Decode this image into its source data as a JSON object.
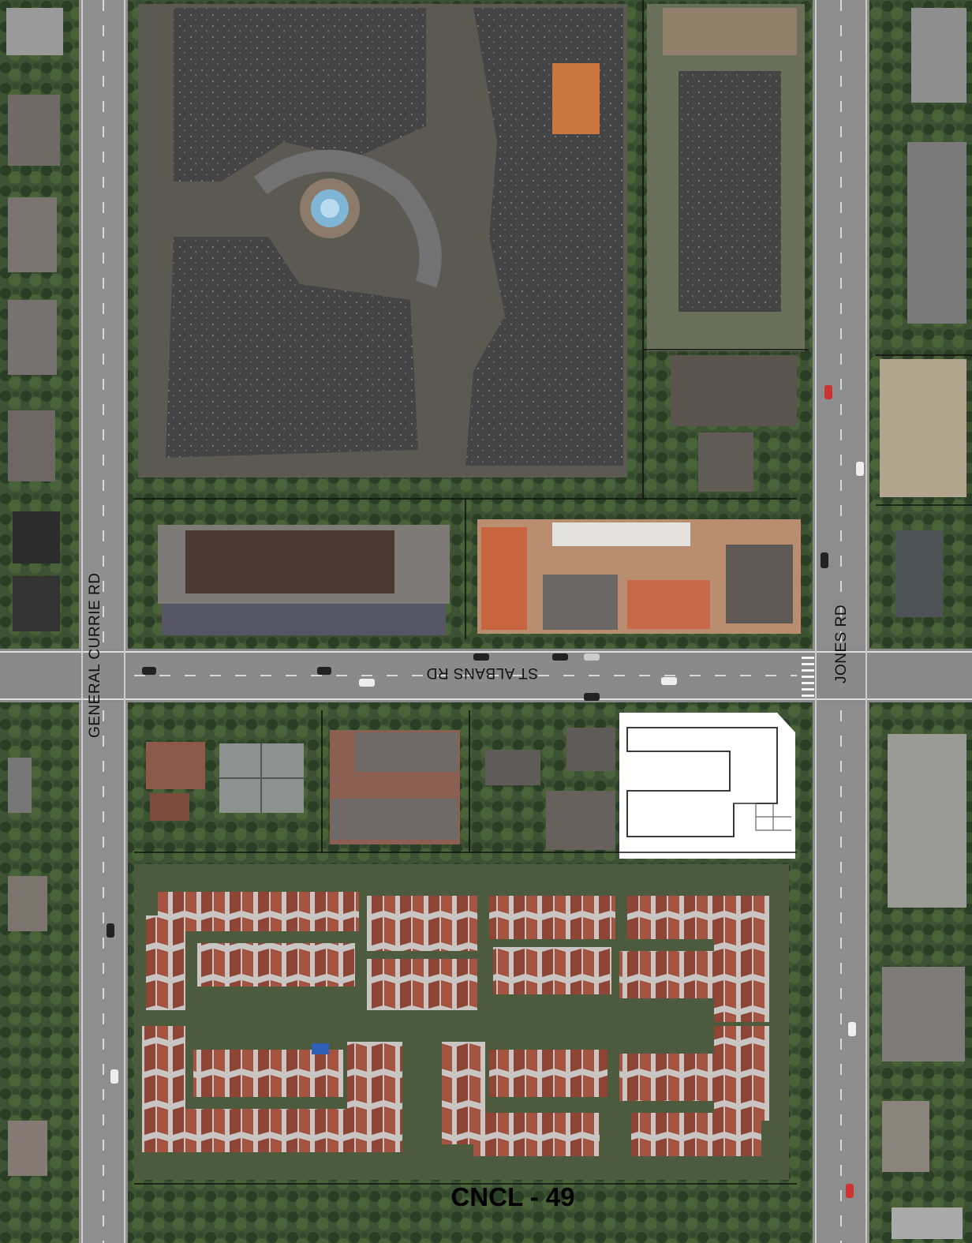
{
  "map": {
    "roads": {
      "general_currie": "GENERAL CURRIE RD",
      "st_albans": "ST ALBANS RD",
      "jones": "JONES RD"
    },
    "page_number": "CNCL - 49",
    "colors": {
      "road": "#8f8f8f",
      "roof_dark": "#3a3a3a",
      "roof_red": "#8a3e30",
      "vegetation": "#2f4a2a",
      "subject_site": "#ffffff"
    }
  }
}
